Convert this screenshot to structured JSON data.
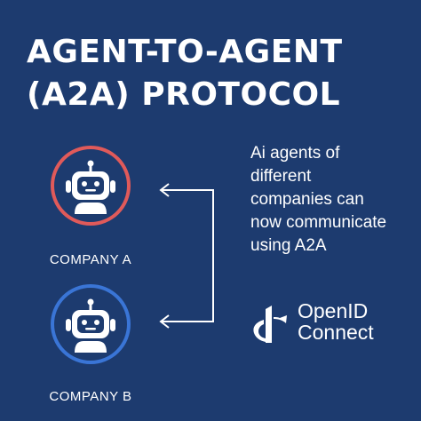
{
  "title": {
    "line1": "AGENT-TO-AGENT",
    "line2": "(A2A) PROTOCOL"
  },
  "agents": [
    {
      "label": "COMPANY A",
      "icon": "robot-icon",
      "ring_color": "#e05a5a"
    },
    {
      "label": "COMPANY B",
      "icon": "robot-icon",
      "ring_color": "#3a75d6"
    }
  ],
  "description": {
    "lines": [
      "Ai agents of",
      "different",
      "companies can",
      "now communicate",
      "using A2A"
    ]
  },
  "logo": {
    "icon": "openid-logo-icon",
    "line1": "OpenID",
    "line2": "Connect"
  },
  "colors": {
    "background": "#1d3b6f",
    "text": "#ffffff",
    "company_a_ring": "#e05a5a",
    "company_b_ring": "#3a75d6"
  }
}
